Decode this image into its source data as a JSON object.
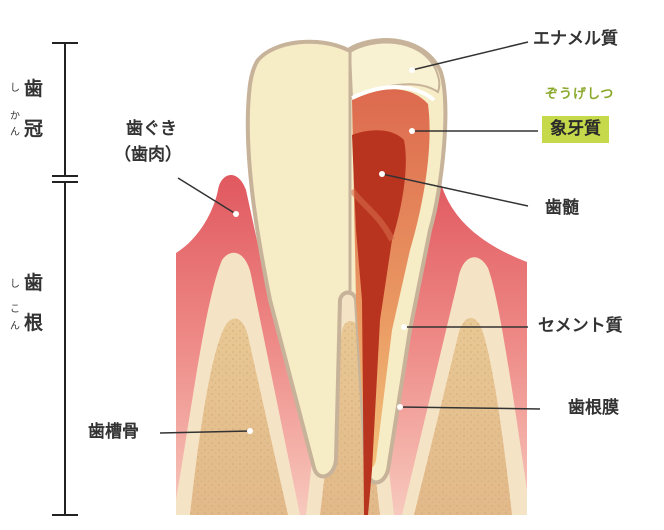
{
  "regions": {
    "crown": {
      "char1": "歯",
      "char2": "冠",
      "ruby1": "し",
      "ruby2": "か",
      "ruby3": "ん"
    },
    "root": {
      "char1": "歯",
      "char2": "根",
      "ruby1": "し",
      "ruby2": "こ",
      "ruby3": "ん"
    }
  },
  "labels": {
    "enamel": "エナメル質",
    "dentin_reading": "ぞうげしつ",
    "dentin": "象牙質",
    "gum_line1": "歯ぐき",
    "gum_line2": "（歯肉）",
    "pulp": "歯髄",
    "cementum": "セメント質",
    "periodontal_ligament": "歯根膜",
    "alveolar_bone": "歯槽骨"
  },
  "colors": {
    "highlight": "#c5d94a",
    "highlight_text": "#8aa82a",
    "gum": "#e8666a",
    "bone": "#e6c89a",
    "enamel": "#f7efc8",
    "dentin": "#e48a64",
    "pulp": "#b8341f"
  }
}
